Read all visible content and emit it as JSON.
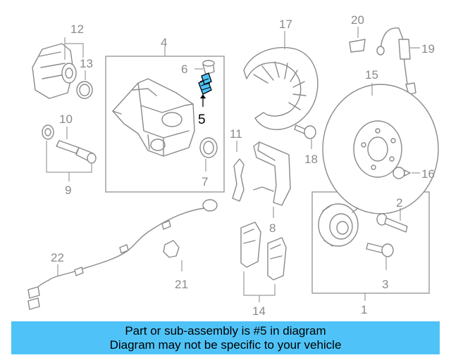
{
  "callouts": {
    "c1": "1",
    "c2": "2",
    "c3": "3",
    "c4": "4",
    "c5": "5",
    "c6": "6",
    "c7": "7",
    "c8": "8",
    "c9": "9",
    "c10": "10",
    "c11": "11",
    "c12": "12",
    "c13": "13",
    "c14": "14",
    "c15": "15",
    "c16": "16",
    "c17": "17",
    "c18": "18",
    "c19": "19",
    "c20": "20",
    "c21": "21",
    "c22": "22"
  },
  "highlight": {
    "part": "5",
    "color": "#4fc3f7"
  },
  "banner": {
    "line1": "Part or sub-assembly is #5 in diagram",
    "line2": "Diagram may not be specific to your vehicle",
    "background": "#4fc3f7"
  }
}
